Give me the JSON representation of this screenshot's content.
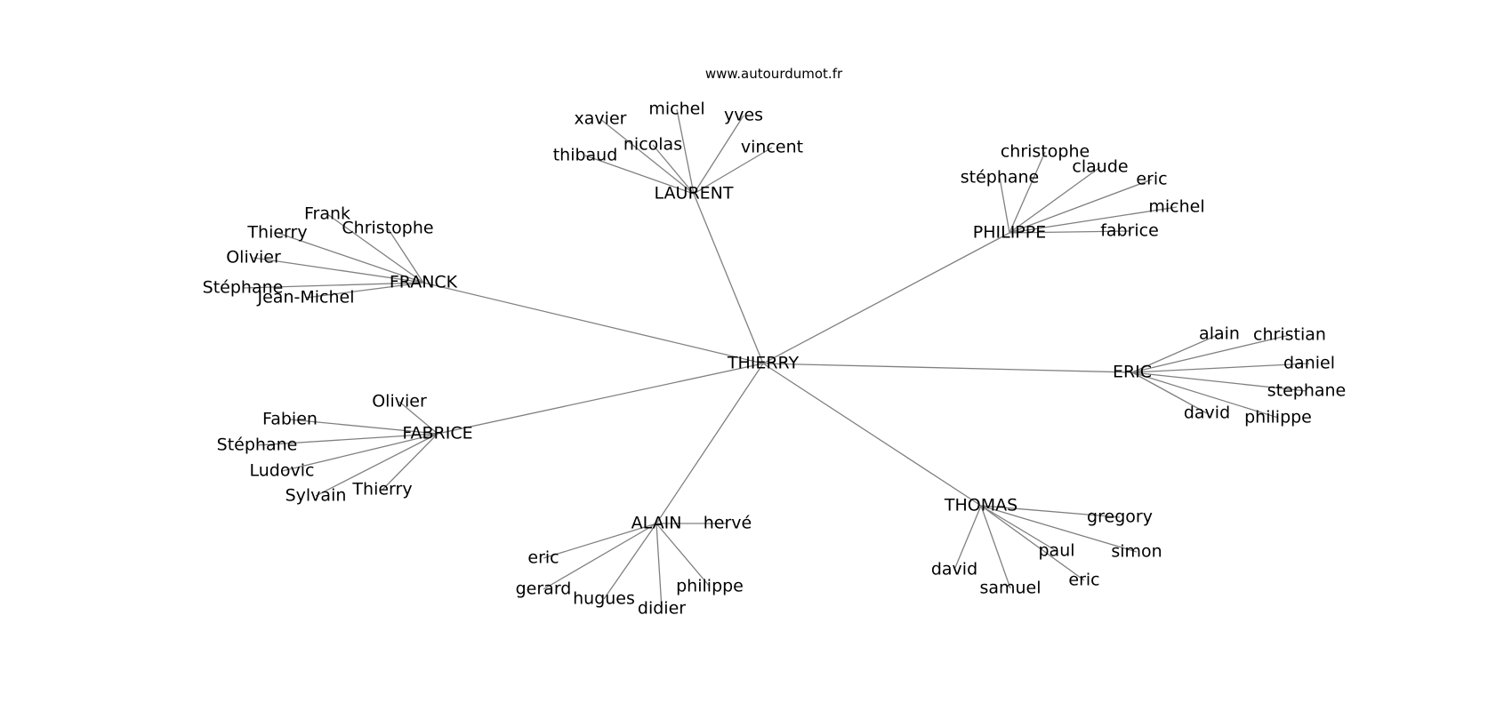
{
  "header": {
    "site": "www.autourdumot.fr"
  },
  "graph": {
    "center": "THIERRY",
    "hubs": [
      {
        "id": "laurent",
        "label": "LAURENT",
        "leaves": [
          "thibaud",
          "xavier",
          "nicolas",
          "michel",
          "yves",
          "vincent"
        ]
      },
      {
        "id": "philippe",
        "label": "PHILIPPE",
        "leaves": [
          "christophe",
          "stéphane",
          "claude",
          "eric",
          "michel",
          "fabrice"
        ]
      },
      {
        "id": "franck",
        "label": "FRANCK",
        "leaves": [
          "Frank",
          "Christophe",
          "Thierry",
          "Olivier",
          "Stéphane",
          "Jean-Michel"
        ]
      },
      {
        "id": "eric",
        "label": "ERIC",
        "leaves": [
          "alain",
          "christian",
          "daniel",
          "stephane",
          "david",
          "philippe"
        ]
      },
      {
        "id": "fabrice",
        "label": "FABRICE",
        "leaves": [
          "Olivier",
          "Fabien",
          "Stéphane",
          "Ludovic",
          "Sylvain",
          "Thierry"
        ]
      },
      {
        "id": "thomas",
        "label": "THOMAS",
        "leaves": [
          "gregory",
          "simon",
          "paul",
          "eric",
          "david",
          "samuel"
        ]
      },
      {
        "id": "alain",
        "label": "ALAIN",
        "leaves": [
          "hervé",
          "eric",
          "gerard",
          "hugues",
          "didier",
          "philippe"
        ]
      }
    ]
  }
}
